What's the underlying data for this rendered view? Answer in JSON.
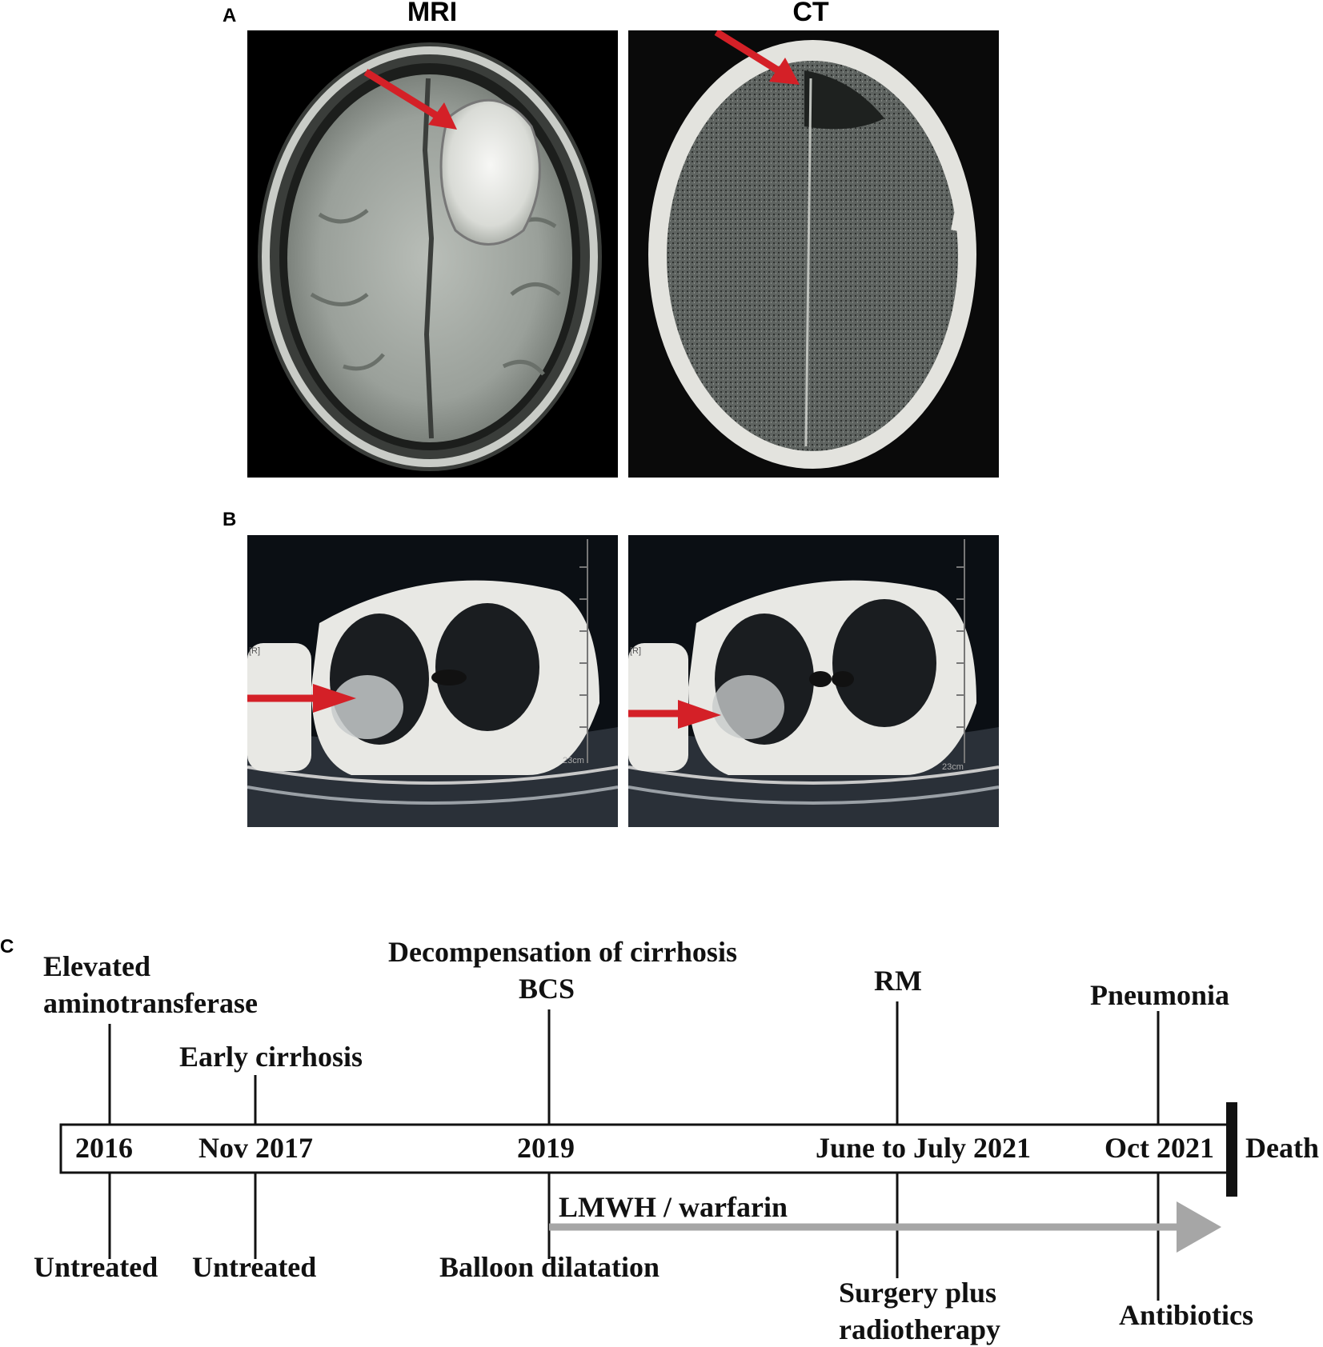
{
  "panels": {
    "a": {
      "letter": "A",
      "titles": [
        "MRI",
        "CT"
      ]
    },
    "b": {
      "letter": "B",
      "scale_label": "23cm",
      "side_marker": "[R]"
    },
    "c": {
      "letter": "C"
    }
  },
  "timeline": {
    "end_label": "Death",
    "events": [
      {
        "date": "2016",
        "above": [
          "Elevated",
          "aminotransferase"
        ],
        "below": [
          "Untreated"
        ]
      },
      {
        "date": "Nov 2017",
        "above": [
          "Early cirrhosis"
        ],
        "below": [
          "Untreated"
        ]
      },
      {
        "date": "2019",
        "above": [
          "Decompensation of cirrhosis",
          "BCS"
        ],
        "below": [
          "Balloon dilatation"
        ]
      },
      {
        "date": "June to July 2021",
        "above": [
          "RM"
        ],
        "below": [
          "Surgery plus",
          "radiotherapy"
        ]
      },
      {
        "date": "Oct 2021",
        "above": [
          "Pneumonia"
        ],
        "below": [
          "Antibiotics"
        ]
      }
    ],
    "treatment_arrow_label": "LMWH / warfarin"
  },
  "colors": {
    "arrow_red": "#d42027",
    "treatment_arrow": "#a6a6a6"
  }
}
